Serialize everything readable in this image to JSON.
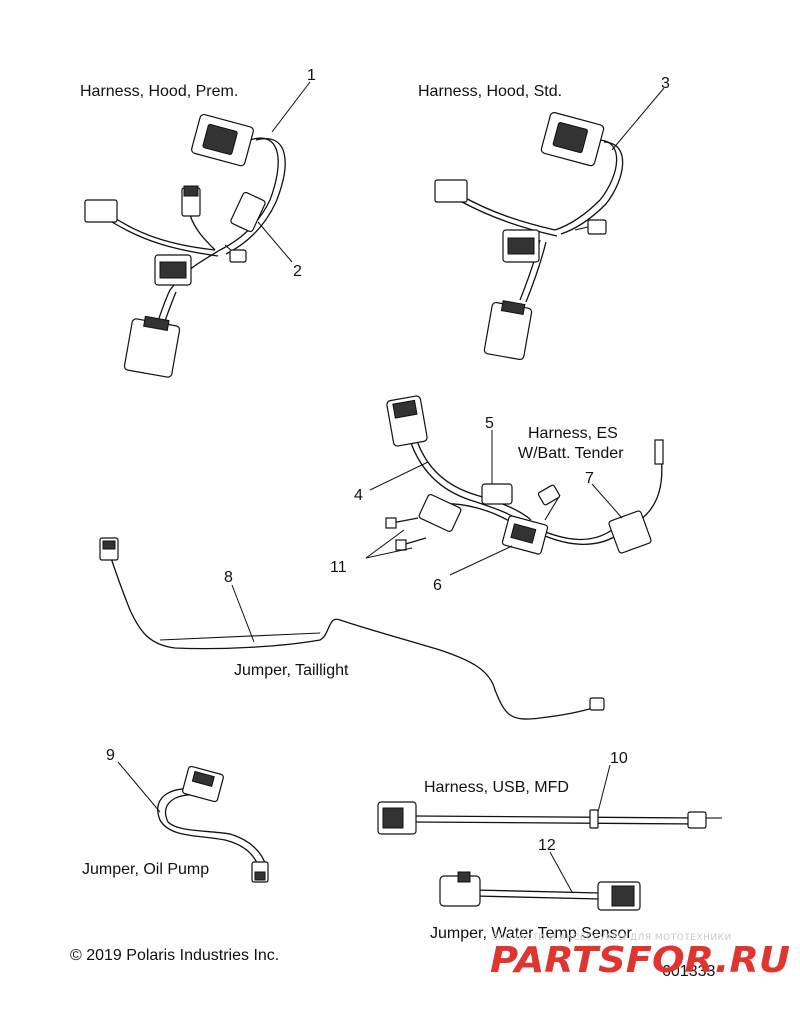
{
  "labels": {
    "hood_prem": "Harness, Hood, Prem.",
    "hood_std": "Harness, Hood, Std.",
    "es_line1": "Harness, ES",
    "es_line2": "W/Batt. Tender",
    "taillight": "Jumper, Taillight",
    "oil_pump": "Jumper, Oil Pump",
    "usb_mfd": "Harness, USB, MFD",
    "water_temp": "Jumper, Water Temp Sensor"
  },
  "callouts": [
    "1",
    "2",
    "3",
    "4",
    "5",
    "6",
    "7",
    "8",
    "9",
    "10",
    "11",
    "12"
  ],
  "copyright": "© 2019 Polaris Industries Inc.",
  "figure_number": "601333",
  "watermark": {
    "tagline": "ЗАПЧАСТИ И АКСЕССУАРЫ ДЛЯ МОТОТЕХНИКИ",
    "logo": "PARTSFOR.RU"
  },
  "colors": {
    "line": "#111111",
    "watermark_red": "#e0352f",
    "watermark_gray": "#c9c9c9"
  }
}
